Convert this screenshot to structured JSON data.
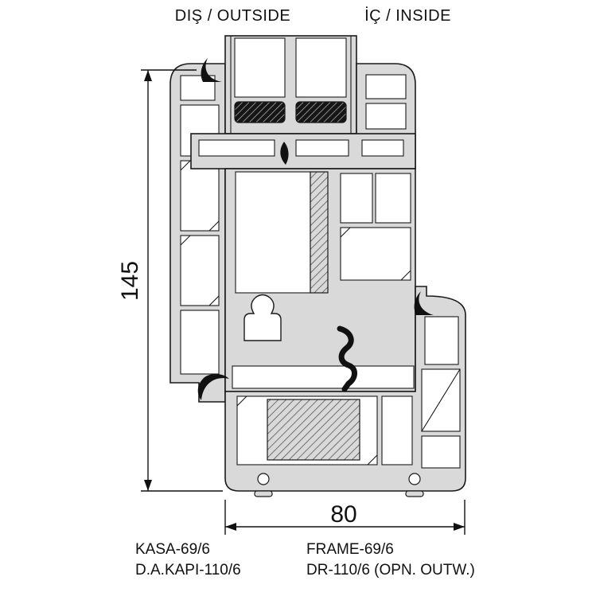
{
  "labels": {
    "outside": "DIŞ / OUTSIDE",
    "inside": "İÇ / INSIDE"
  },
  "dimensions": {
    "height": "145",
    "width": "80"
  },
  "footer": {
    "left_line1": "KASA-69/6",
    "left_line2": "D.A.KAPI-110/6",
    "right_line1": "FRAME-69/6",
    "right_line2": "DR-110/6 (OPN. OUTW.)"
  },
  "drawing": {
    "type": "window-door-profile-cross-section",
    "description": "Technical section drawing of outward-opening door frame and sash profiles with glazing unit, multi-chamber PVC profiles, steel reinforcement and rubber gaskets",
    "colors": {
      "background": "#ffffff",
      "profile_fill": "#d9d9d9",
      "outline": "#1a1a1a",
      "gasket": "#111111"
    }
  }
}
